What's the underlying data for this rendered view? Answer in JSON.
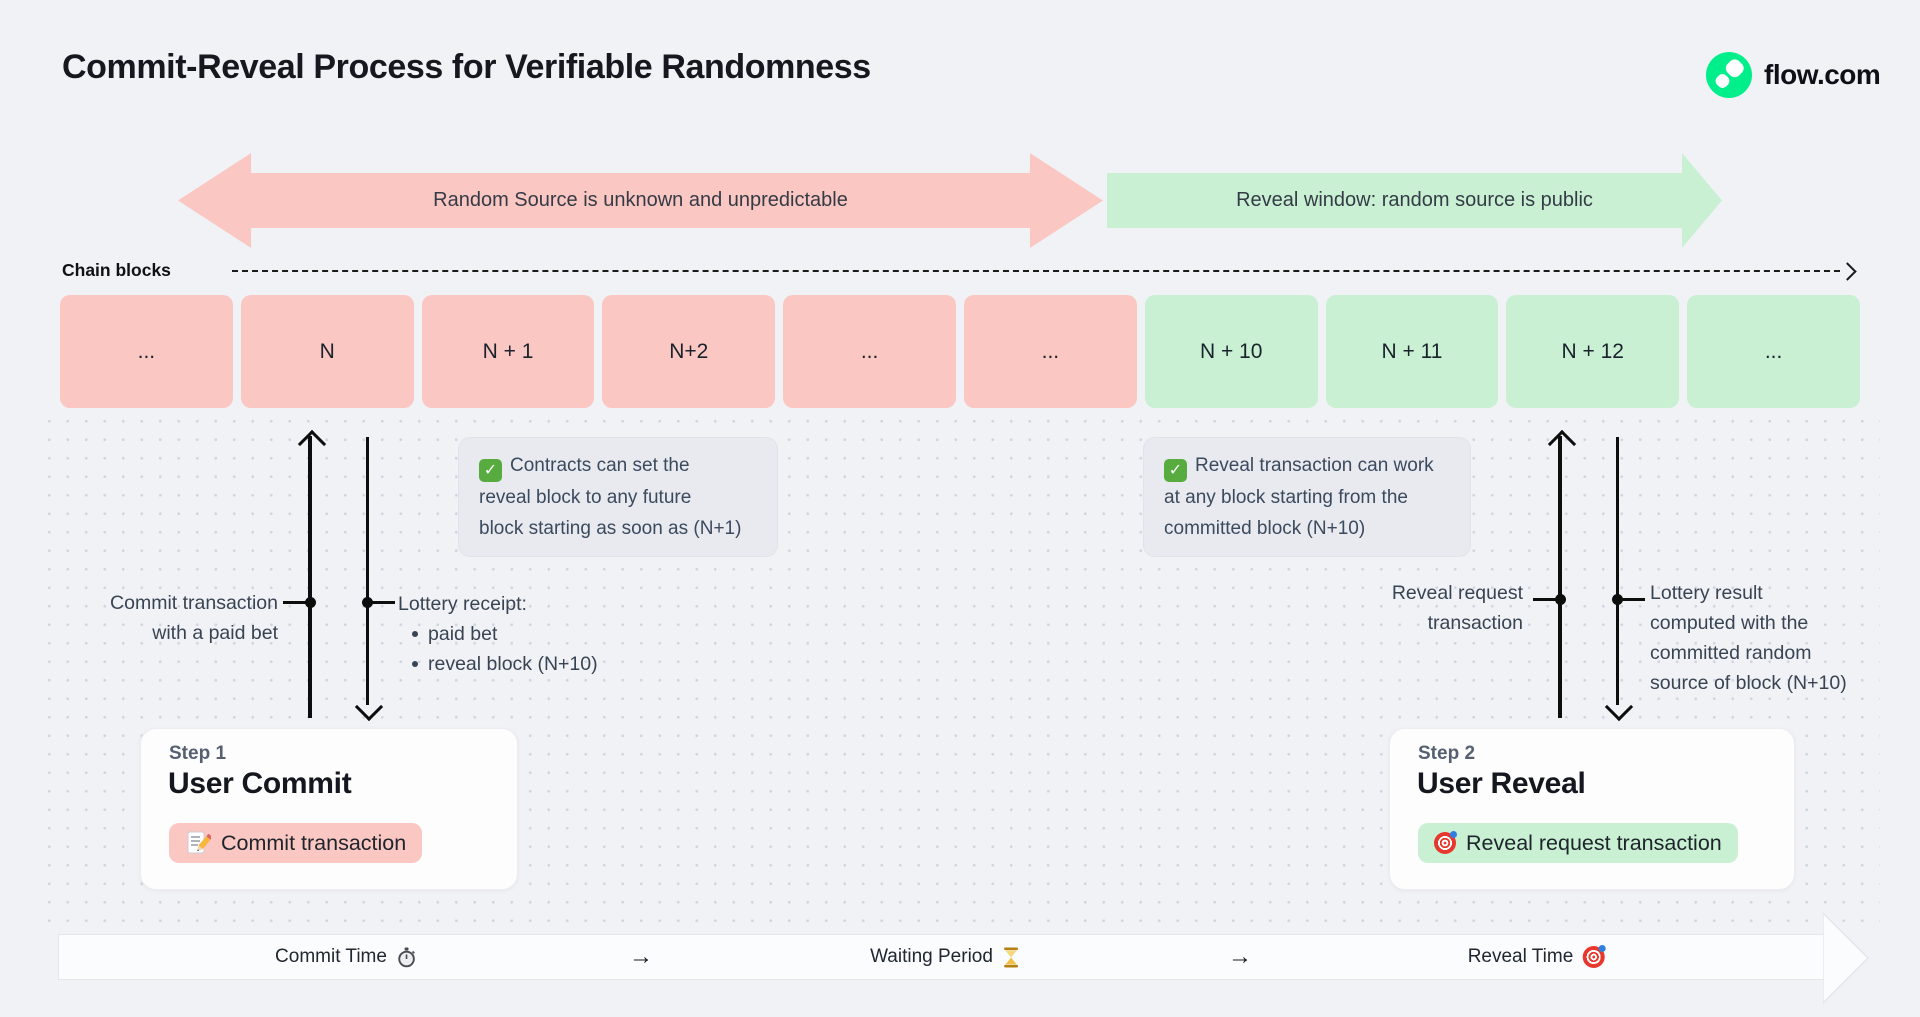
{
  "header": {
    "title": "Commit-Reveal Process for Verifiable Randomness",
    "brand": "flow.com",
    "brand_logo_icon": "flow-logo-icon"
  },
  "phase_arrows": {
    "unknown_phase": "Random Source is unknown and unpredictable",
    "reveal_phase": "Reveal window: random source is public"
  },
  "chain": {
    "label": "Chain blocks",
    "blocks": [
      {
        "label": "...",
        "phase": "unknown"
      },
      {
        "label": "N",
        "phase": "unknown"
      },
      {
        "label": "N + 1",
        "phase": "unknown"
      },
      {
        "label": "N+2",
        "phase": "unknown"
      },
      {
        "label": "...",
        "phase": "unknown"
      },
      {
        "label": "...",
        "phase": "unknown"
      },
      {
        "label": "N + 10",
        "phase": "reveal"
      },
      {
        "label": "N + 11",
        "phase": "reveal"
      },
      {
        "label": "N + 12",
        "phase": "reveal"
      },
      {
        "label": "...",
        "phase": "reveal"
      }
    ]
  },
  "notes": {
    "commit": {
      "icon": "check-icon",
      "lines": [
        "Contracts can set the",
        "reveal block to any future",
        "block starting as soon as (N+1)"
      ]
    },
    "reveal": {
      "icon": "check-icon",
      "lines": [
        "Reveal transaction can work",
        "at any block starting from the",
        "committed block (N+10)"
      ]
    }
  },
  "commit_flow": {
    "up_label": [
      "Commit transaction",
      "with a paid bet"
    ],
    "down_title": "Lottery receipt:",
    "down_bullets": [
      "paid bet",
      "reveal block (N+10)"
    ]
  },
  "reveal_flow": {
    "up_label": [
      "Reveal request",
      "transaction"
    ],
    "down_label": [
      "Lottery result",
      "computed with the",
      "committed random",
      "source of block (N+10)"
    ]
  },
  "steps": {
    "commit": {
      "eyebrow": "Step 1",
      "title": "User Commit",
      "badge": "Commit transaction",
      "badge_icon": "memo-icon"
    },
    "reveal": {
      "eyebrow": "Step 2",
      "title": "User Reveal",
      "badge": "Reveal request transaction",
      "badge_icon": "target-icon"
    }
  },
  "timeline": {
    "separator": "→",
    "commit": {
      "label": "Commit Time",
      "icon": "stopwatch-icon"
    },
    "waiting": {
      "label": "Waiting Period",
      "icon": "hourglass-icon"
    },
    "reveal": {
      "label": "Reveal Time",
      "icon": "target-icon"
    }
  },
  "colors": {
    "background": "#f1f2f6",
    "unknown_phase_pink": "#fac7c2",
    "reveal_phase_green": "#c9f0d3",
    "flow_green": "#00ef8b",
    "check_green": "#57ab3f",
    "slate_text": "#394453",
    "dark_text": "#15181e"
  }
}
